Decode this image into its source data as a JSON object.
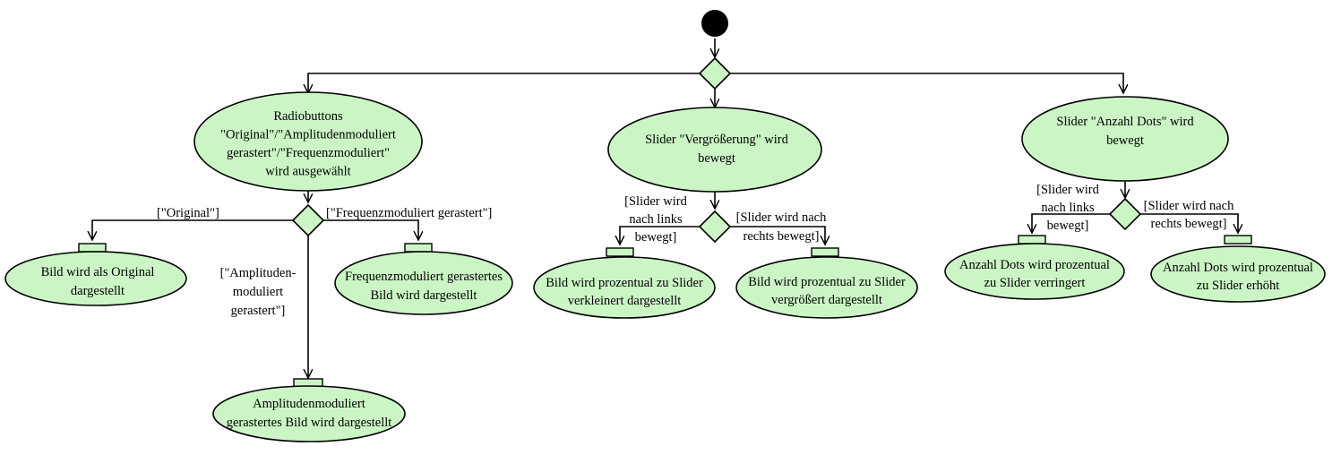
{
  "colors": {
    "node_fill": "#ccf5c6",
    "stroke": "#000000",
    "start": "#000000"
  },
  "nodes": {
    "radiobuttons": [
      "Radiobuttons",
      "\"Original\"/\"Amplitudenmoduliert",
      "gerastert\"/\"Frequenzmoduliert\"",
      "wird ausgewählt"
    ],
    "slider_zoom": [
      "Slider \"Vergrößerung\" wird",
      "bewegt"
    ],
    "slider_dots": [
      "Slider \"Anzahl Dots\" wird",
      "bewegt"
    ],
    "original": [
      "Bild wird als Original",
      "dargestellt"
    ],
    "frequency": [
      "Frequenzmoduliert gerastertes",
      "Bild wird dargestellt"
    ],
    "amplitude": [
      "Amplitudenmoduliert",
      "gerastertes Bild wird dargestellt"
    ],
    "zoom_out": [
      "Bild wird prozentual zu Slider",
      "verkleinert dargestellt"
    ],
    "zoom_in": [
      "Bild wird prozentual zu Slider",
      "vergrößert dargestellt"
    ],
    "dots_less": [
      "Anzahl Dots wird prozentual",
      "zu Slider verringert"
    ],
    "dots_more": [
      "Anzahl Dots wird prozentual",
      "zu Slider erhöht"
    ]
  },
  "guards": {
    "original": [
      "[\"Original\"]"
    ],
    "frequency": [
      "[\"Frequenzmoduliert gerastert\"]"
    ],
    "amplitude": [
      "[\"Amplituden-",
      "moduliert",
      "gerastert\"]"
    ],
    "zoom_left": [
      "[Slider wird",
      "nach links",
      "bewegt]"
    ],
    "zoom_right": [
      "[Slider wird nach",
      "rechts bewegt]"
    ],
    "dots_left": [
      "[Slider wird",
      "nach links",
      "bewegt]"
    ],
    "dots_right": [
      "[Slider wird nach",
      "rechts bewegt]"
    ]
  }
}
